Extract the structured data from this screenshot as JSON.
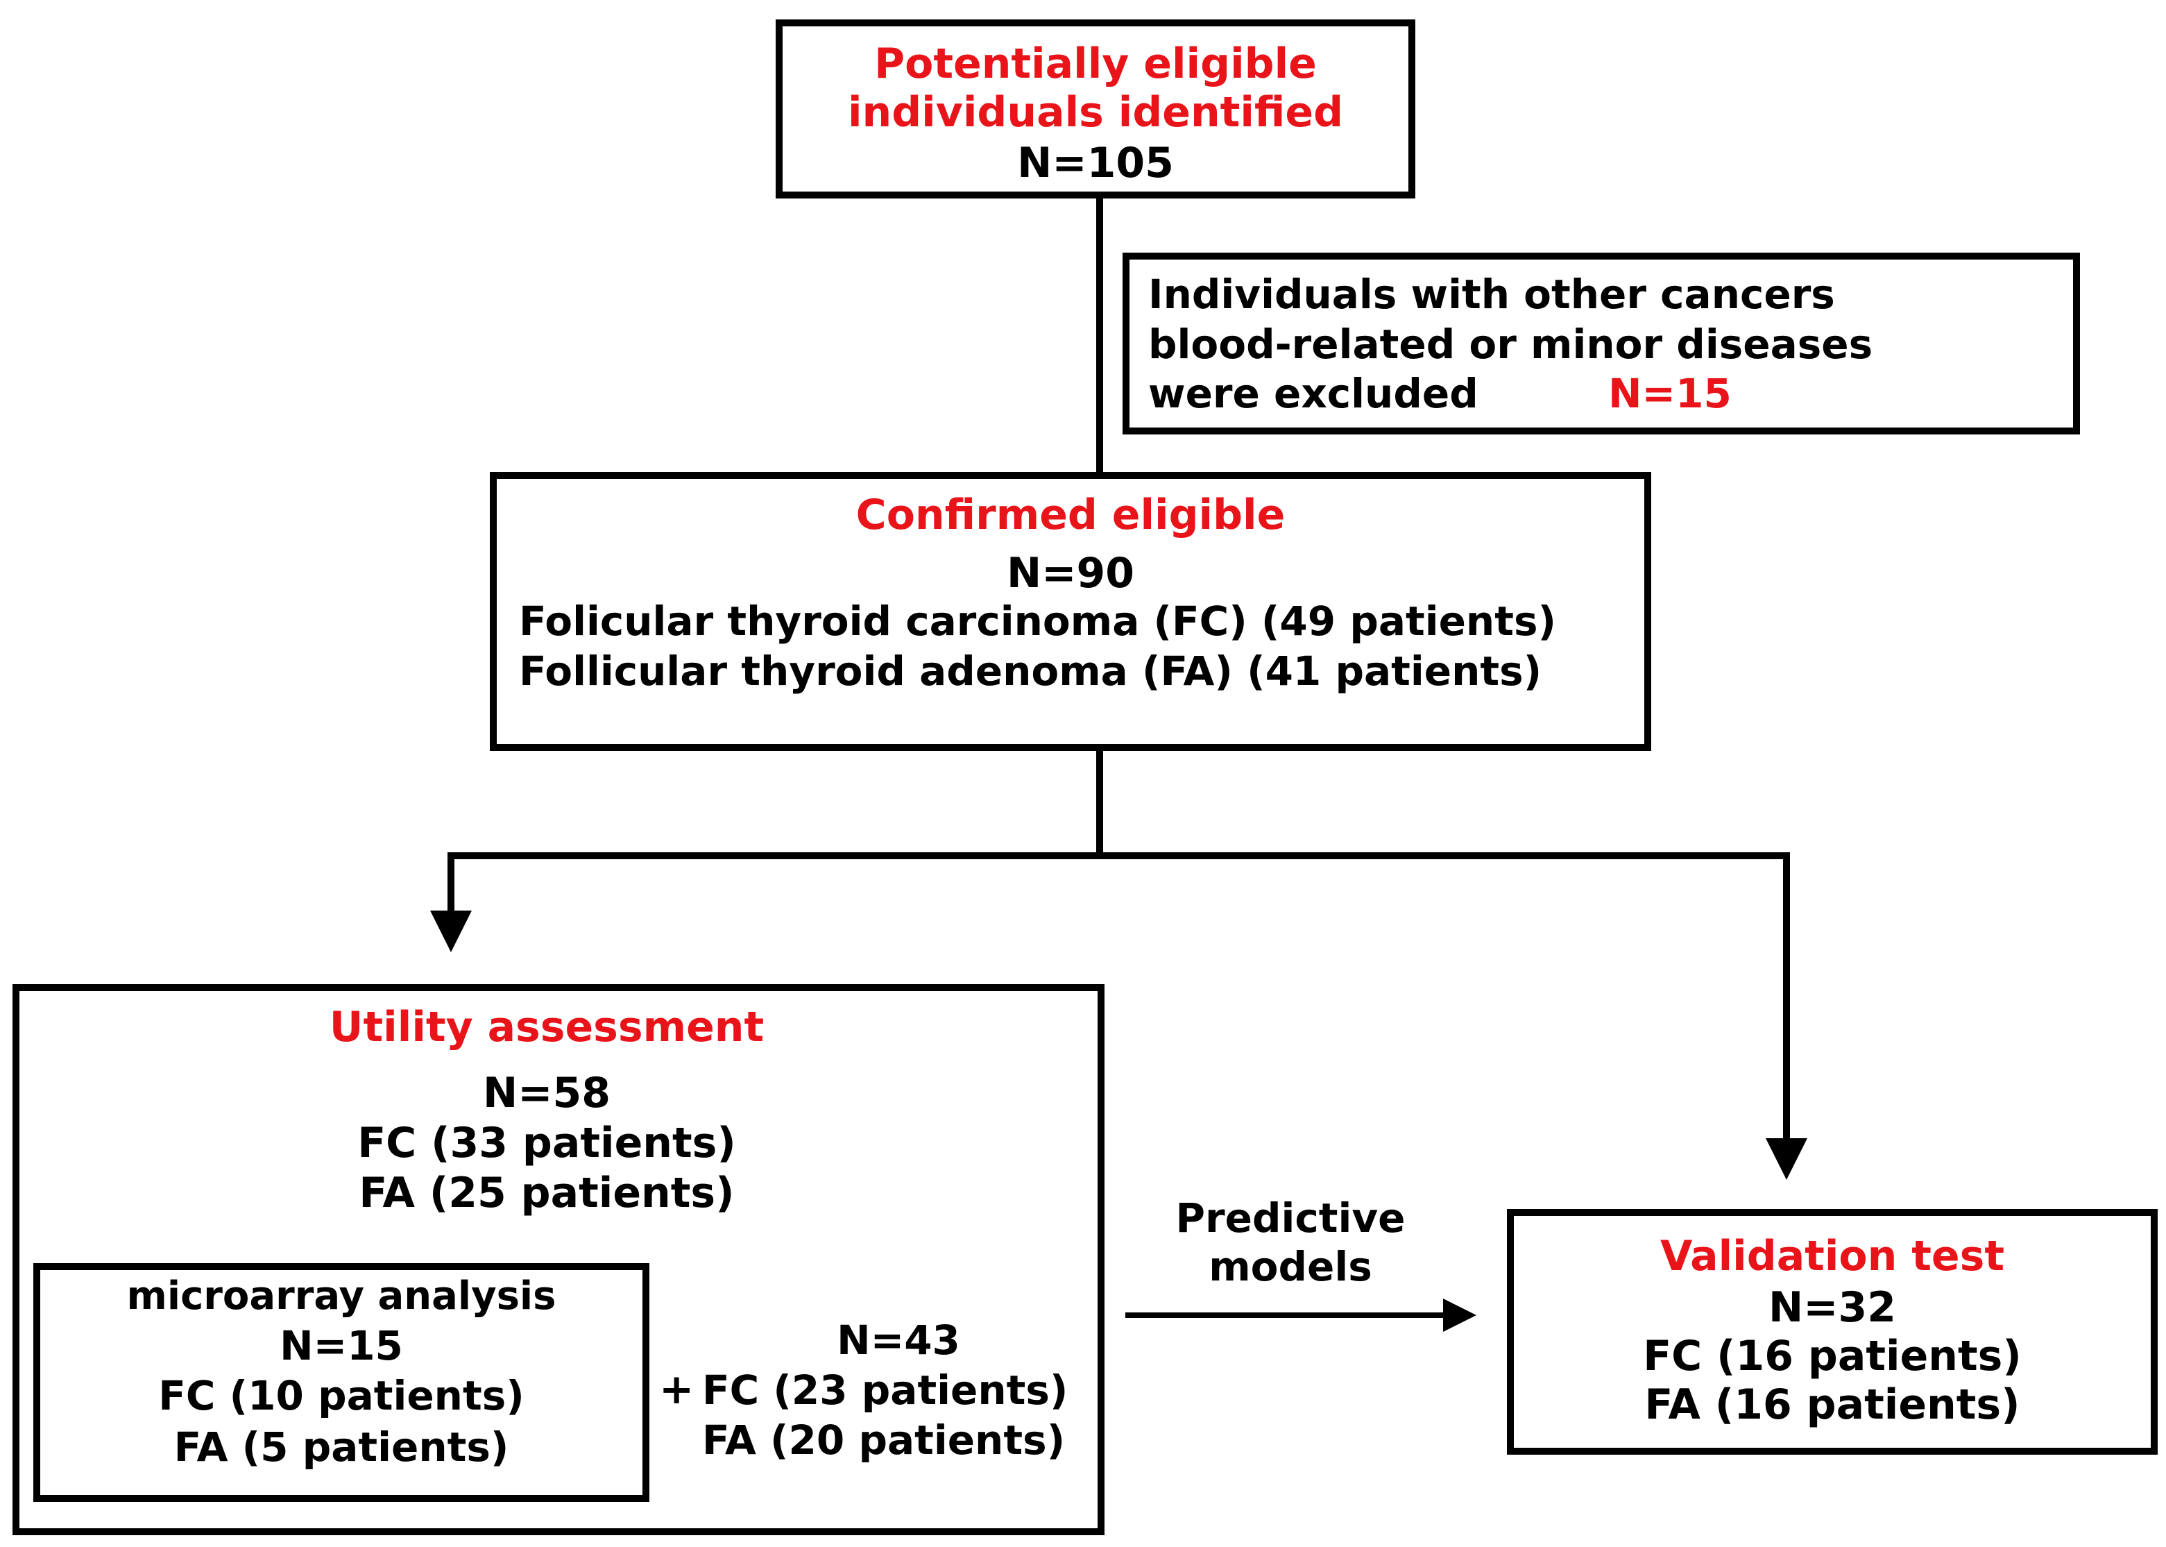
{
  "colors": {
    "accent_red": "#e8141a",
    "line": "#000000"
  },
  "nodes": {
    "identified": {
      "title_line1": "Potentially eligible",
      "title_line2": "individuals identified",
      "count": "N=105"
    },
    "excluded": {
      "line1": "Individuals with other cancers",
      "line2": "blood-related or minor diseases",
      "line3": "were excluded",
      "count": "N=15"
    },
    "confirmed": {
      "title": "Confirmed eligible",
      "count": "N=90",
      "line_fc": "Folicular thyroid carcinoma (FC) (49 patients)",
      "line_fa": "Follicular thyroid adenoma (FA) (41 patients)"
    },
    "utility": {
      "title": "Utility assessment",
      "count": "N=58",
      "line_fc": "FC (33 patients)",
      "line_fa": "FA (25 patients)"
    },
    "microarray": {
      "title": "microarray analysis",
      "count": "N=15",
      "line_fc": "FC (10 patients)",
      "line_fa": "FA (5 patients)"
    },
    "extra": {
      "count": "N=43",
      "plus": "+",
      "line_fc": "FC (23 patients)",
      "line_fa": "FA (20 patients)"
    },
    "validation": {
      "title": "Validation test",
      "count": "N=32",
      "line_fc": "FC (16 patients)",
      "line_fa": "FA (16 patients)"
    }
  },
  "edges": {
    "predictive_label_line1": "Predictive",
    "predictive_label_line2": "models"
  }
}
